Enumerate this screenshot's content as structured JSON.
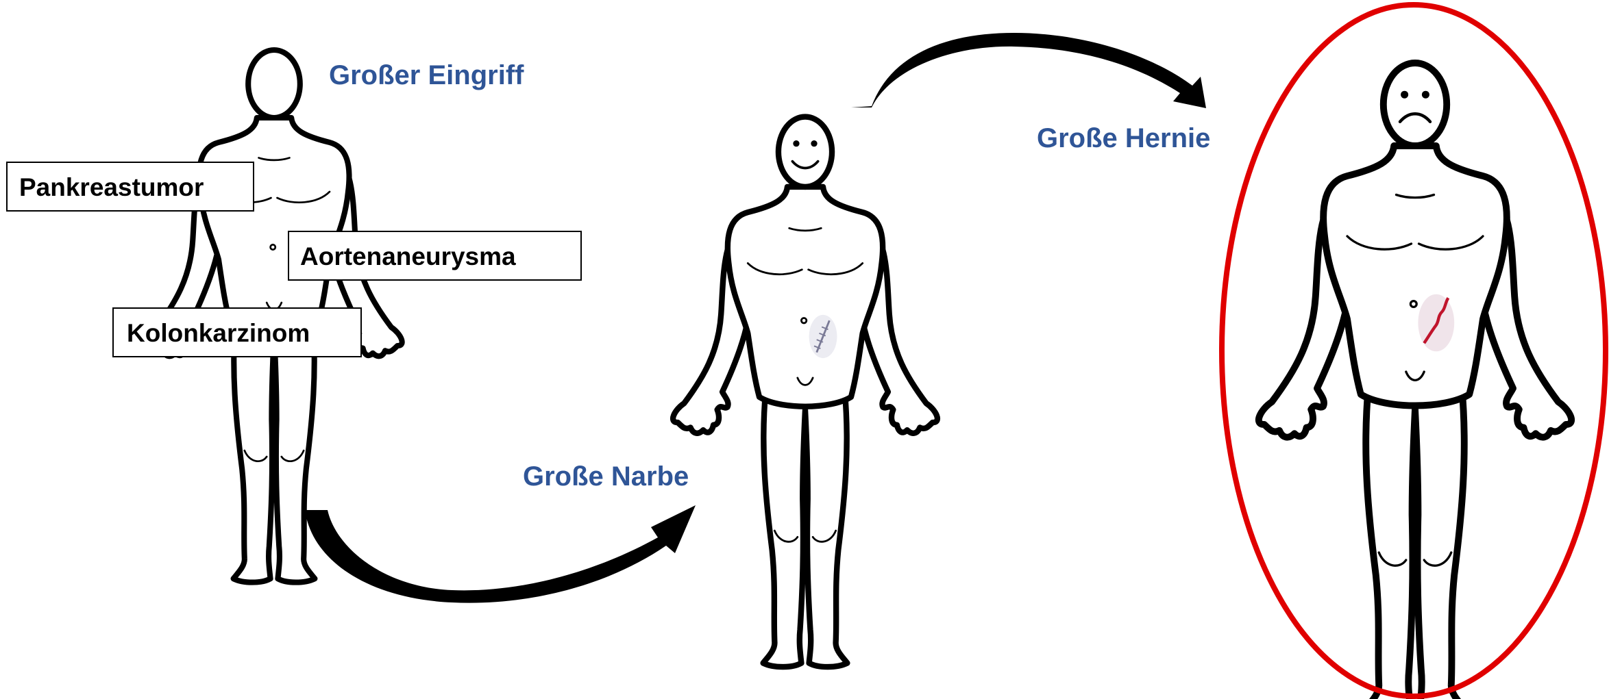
{
  "stages": [
    {
      "label": "Großer Eingriff"
    },
    {
      "label": "Große Narbe"
    },
    {
      "label": "Große Hernie"
    }
  ],
  "conditions": [
    "Pankreastumor",
    "Aortenaneurysma",
    "Kolonkarzinom"
  ],
  "faces": [
    "neutral",
    "smile",
    "frown"
  ],
  "colors": {
    "stage_label": "#2F5597",
    "highlight_ellipse": "#E00000",
    "arrow": "#000000",
    "scar": "#9a9ab0",
    "hernia_scar": "#c0142c"
  },
  "icons": [
    "curved-arrow-icon",
    "human-figure-icon",
    "scar-icon",
    "hernia-icon",
    "highlight-ellipse"
  ]
}
